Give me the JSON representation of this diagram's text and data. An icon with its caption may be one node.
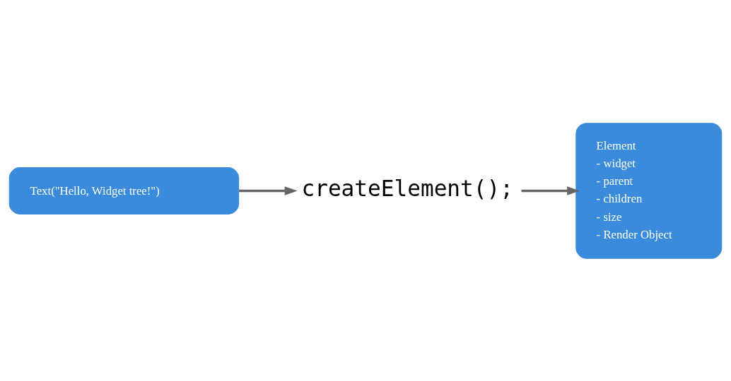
{
  "diagram": {
    "nodes": [
      {
        "text": [
          "Text(\"Hello, Widget tree!\")"
        ]
      },
      {
        "text": [
          "createElement();"
        ]
      },
      {
        "text": [
          "Element",
          "- widget",
          "- parent",
          "- children",
          "- size",
          "- Render Object"
        ]
      }
    ],
    "edges": [
      {
        "from": 0,
        "to": 1,
        "arrow": "to"
      },
      {
        "from": 1,
        "to": 2,
        "arrow": "to"
      }
    ]
  }
}
